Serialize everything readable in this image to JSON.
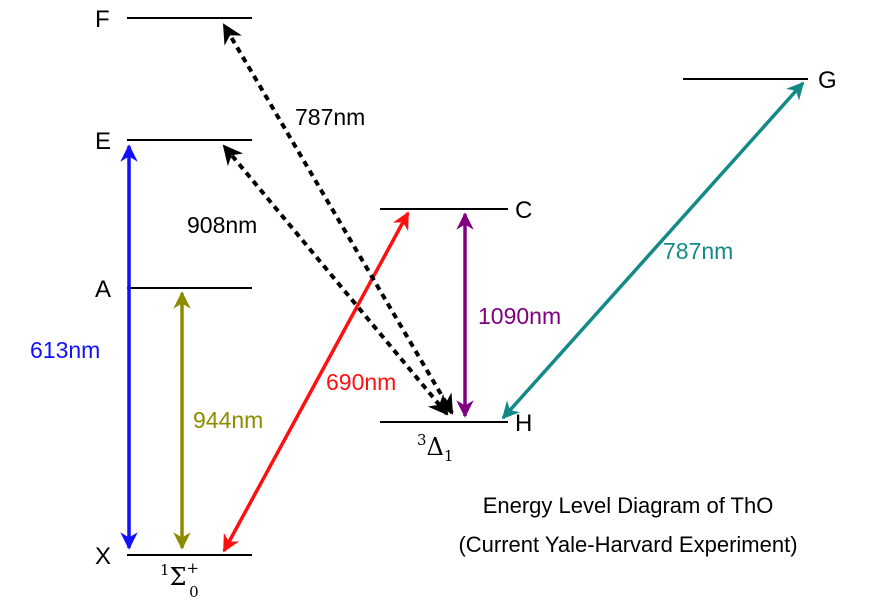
{
  "levels": {
    "F": "F",
    "E": "E",
    "A": "A",
    "X": "X",
    "C": "C",
    "H": "H",
    "G": "G"
  },
  "terms": {
    "ground": {
      "mult": "1",
      "symbol": "Σ",
      "sub": "0",
      "sup": "+"
    },
    "h_state": {
      "mult": "3",
      "symbol": "Δ",
      "sub": "1"
    }
  },
  "transitions": {
    "x_e": {
      "label": "613nm",
      "color": "#1010ff"
    },
    "x_a": {
      "label": "944nm",
      "color": "#8c8c00"
    },
    "x_c": {
      "label": "690nm",
      "color": "#ff1010"
    },
    "h_c": {
      "label": "1090nm",
      "color": "#800080"
    },
    "h_g": {
      "label": "787nm",
      "color": "#148a88"
    },
    "h_f": {
      "label": "787nm",
      "color": "#000000"
    },
    "h_e": {
      "label": "908nm",
      "color": "#000000"
    }
  },
  "caption": {
    "line1": "Energy Level Diagram of ThO",
    "line2": "(Current Yale-Harvard Experiment)"
  }
}
